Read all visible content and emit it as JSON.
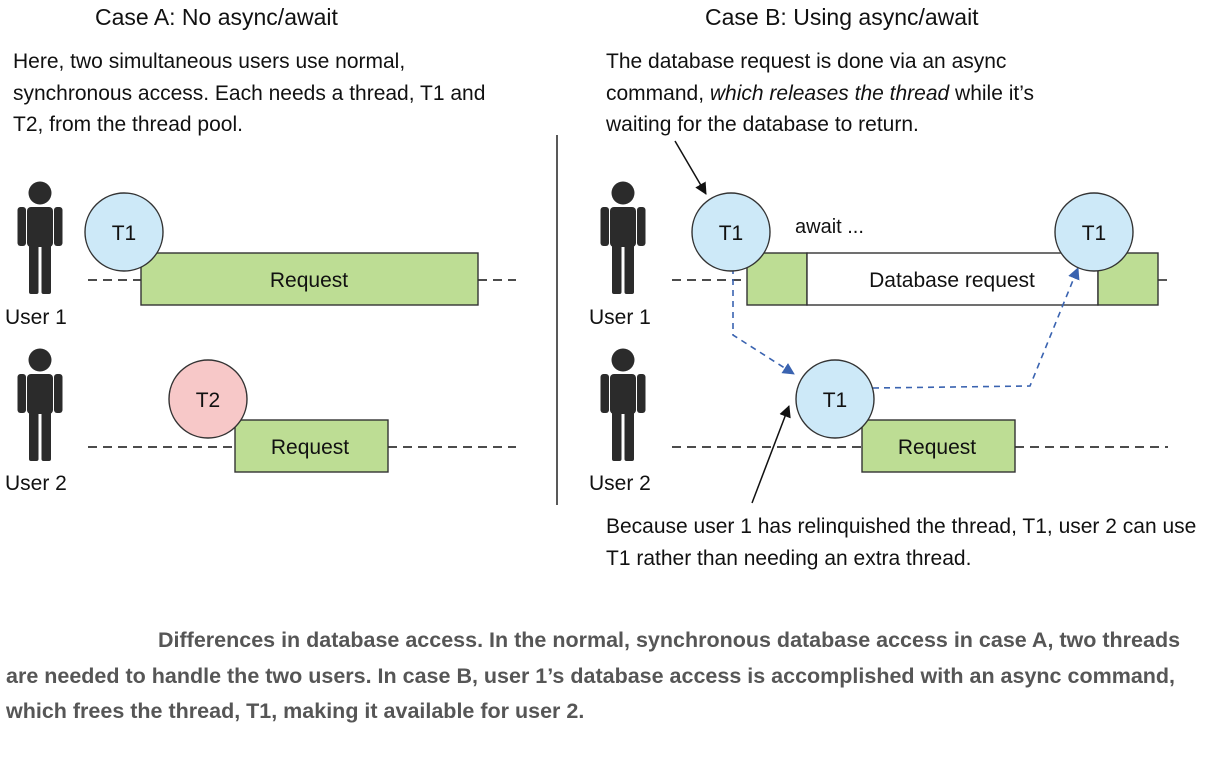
{
  "case_a": {
    "title": "Case A: No async/await",
    "description": "Here, two simultaneous users use normal, synchronous access. Each needs a thread, T1 and T2, from the thread pool.",
    "user1_label": "User 1",
    "user2_label": "User 2",
    "thread1_label": "T1",
    "thread2_label": "T2",
    "request1_label": "Request",
    "request2_label": "Request"
  },
  "case_b": {
    "title": "Case B: Using async/await",
    "description_before": "The database request is done via an async command, ",
    "description_italic": "which releases the thread",
    "description_after": " while it’s waiting for the database to return.",
    "user1_label": "User 1",
    "user2_label": "User 2",
    "thread_label": "T1",
    "await_label": "await ...",
    "db_request_label": "Database request",
    "request2_label": "Request",
    "bottom_note": "Because user 1 has relinquished the thread, T1, user 2 can use T1 rather than needing an extra thread."
  },
  "caption": "Differences in database access. In the normal, synchronous database access in case A, two threads are needed to handle the two users. In case B, user 1’s database access is accomplished with an async command, which frees the thread, T1, making it available for user 2.",
  "colors": {
    "thread_blue": "#cde9f8",
    "thread_pink": "#f7c8c8",
    "request_green": "#bddd94",
    "person": "#2b2b2b",
    "flow_arrow": "#3a63b0",
    "caption_text": "#565656"
  }
}
